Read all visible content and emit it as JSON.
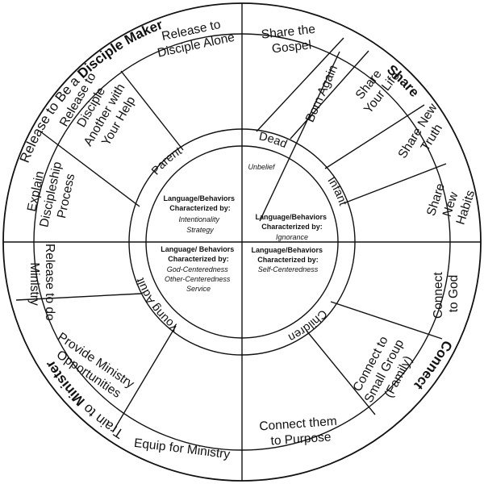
{
  "colors": {
    "line": "#111111",
    "background": "#ffffff"
  },
  "outer_labels": {
    "share": "Share",
    "connect": "Connect",
    "train_prefix": "Train to ",
    "train_bold": "Minister",
    "release_prefix": "Release to Be a ",
    "release_bold": "Disciple Maker"
  },
  "segments": {
    "share_gospel": [
      "Share the",
      "Gospel"
    ],
    "born_again": "Born Again",
    "share_life": [
      "Share",
      "Your Life"
    ],
    "share_truth": [
      "Share New",
      "Truth"
    ],
    "share_habits": [
      "Share",
      "New",
      "Habits"
    ],
    "connect_god": [
      "Connect",
      "to God"
    ],
    "connect_group": [
      "Connect to",
      "Small Group",
      "(Family)"
    ],
    "connect_purpose": [
      "Connect them",
      "to Purpose"
    ],
    "equip": "Equip for Ministry",
    "provide_ministry": [
      "Provide Ministry",
      "Opportunities"
    ],
    "release_ministry": [
      "Release to do",
      "Ministry"
    ],
    "explain_process": [
      "Explain",
      "Discipleship",
      "Process"
    ],
    "release_help": [
      "Release to",
      "Disciple",
      "Another with",
      "Your Help"
    ],
    "release_alone": [
      "Release to",
      "Disciple Alone"
    ]
  },
  "stages": {
    "dead": "Dead",
    "infant": "Infant",
    "children": "Children",
    "young_adult": "Young Adult",
    "parent": "Parent"
  },
  "unbelief": "Unbelief",
  "inner": {
    "parent": {
      "heading": [
        "Language/Behaviors",
        "Characterized by:"
      ],
      "items": [
        "Intentionality",
        "Strategy"
      ]
    },
    "infant": {
      "heading": [
        "Language/Behaviors",
        "Characterized by:"
      ],
      "items": [
        "Ignorance"
      ]
    },
    "young_adult": {
      "heading": [
        "Language/ Behaviors",
        "Characterized by:"
      ],
      "items": [
        "God-Centeredness",
        "Other-Centeredness",
        "Service"
      ]
    },
    "children": {
      "heading": [
        "Language/Behaviors",
        "Characterized by:"
      ],
      "items": [
        "Self-Centeredness"
      ]
    }
  }
}
